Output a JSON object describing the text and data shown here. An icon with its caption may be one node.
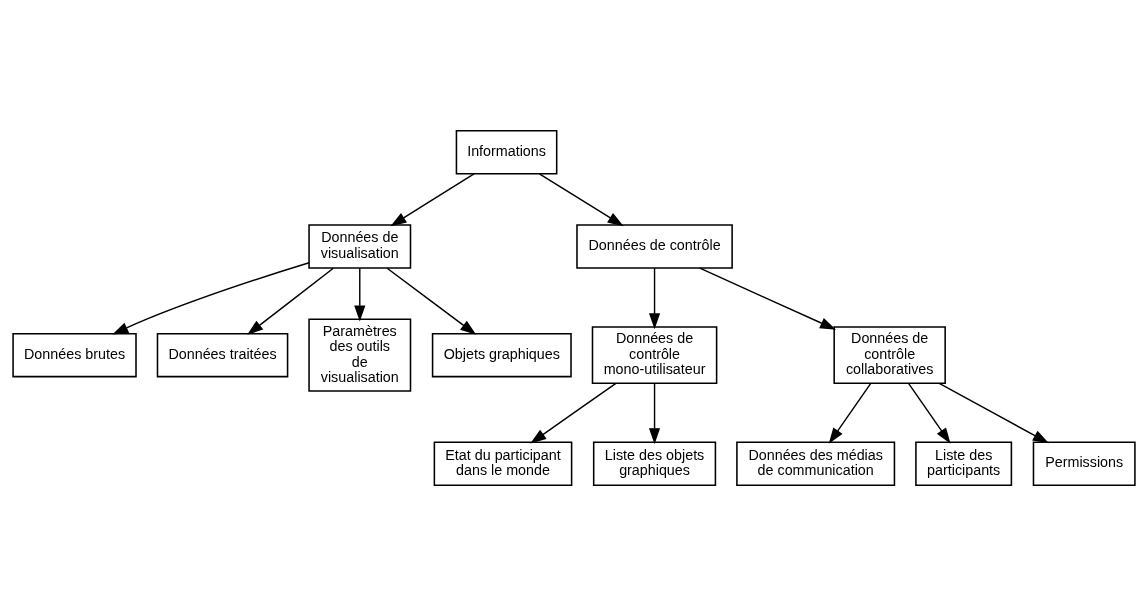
{
  "diagram": {
    "nodes": [
      {
        "text": [
          "Informations"
        ]
      },
      {
        "text": [
          "Données de visualisation"
        ]
      },
      {
        "text": [
          "Données de contrôle"
        ]
      },
      {
        "text": [
          "Données brutes"
        ]
      },
      {
        "text": [
          "Données traitées"
        ]
      },
      {
        "text": [
          "Paramètres des outils de visualisation"
        ]
      },
      {
        "text": [
          "Objets graphiques"
        ]
      },
      {
        "text": [
          "Données de contrôle mono-utilisateur"
        ]
      },
      {
        "text": [
          "Données de contrôle collaboratives"
        ]
      },
      {
        "text": [
          "Etat du participant dans le monde"
        ]
      },
      {
        "text": [
          "Liste des objets graphiques"
        ]
      },
      {
        "text": [
          "Données des médias de communication"
        ]
      },
      {
        "text": [
          "Liste des participants"
        ]
      },
      {
        "text": [
          "Permissions"
        ]
      }
    ],
    "edges": [
      {
        "from": 0,
        "to": 1,
        "arrow": "to"
      },
      {
        "from": 0,
        "to": 2,
        "arrow": "to"
      },
      {
        "from": 1,
        "to": 3,
        "arrow": "to"
      },
      {
        "from": 1,
        "to": 4,
        "arrow": "to"
      },
      {
        "from": 1,
        "to": 5,
        "arrow": "to"
      },
      {
        "from": 1,
        "to": 6,
        "arrow": "to"
      },
      {
        "from": 2,
        "to": 7,
        "arrow": "to"
      },
      {
        "from": 2,
        "to": 8,
        "arrow": "to"
      },
      {
        "from": 7,
        "to": 9,
        "arrow": "to"
      },
      {
        "from": 7,
        "to": 10,
        "arrow": "to"
      },
      {
        "from": 8,
        "to": 11,
        "arrow": "to"
      },
      {
        "from": 8,
        "to": 12,
        "arrow": "to"
      },
      {
        "from": 8,
        "to": 13,
        "arrow": "to"
      }
    ]
  }
}
